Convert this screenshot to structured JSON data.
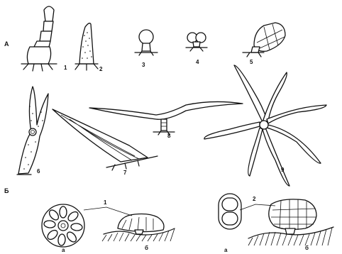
{
  "sections": [
    {
      "key": "section_a",
      "label": "А"
    },
    {
      "key": "section_b",
      "label": "Б"
    }
  ],
  "section_a": {
    "label": "А",
    "figures": [
      {
        "num": "1"
      },
      {
        "num": "2"
      },
      {
        "num": "3"
      },
      {
        "num": "4"
      },
      {
        "num": "5"
      },
      {
        "num": "6"
      },
      {
        "num": "7"
      },
      {
        "num": "8"
      },
      {
        "num": "9"
      }
    ]
  },
  "section_b": {
    "label": "Б",
    "groups": [
      {
        "num": "1",
        "subs": [
          {
            "label": "а"
          },
          {
            "label": "б"
          }
        ]
      },
      {
        "num": "2",
        "subs": [
          {
            "label": "а"
          },
          {
            "label": "б"
          }
        ]
      }
    ]
  }
}
